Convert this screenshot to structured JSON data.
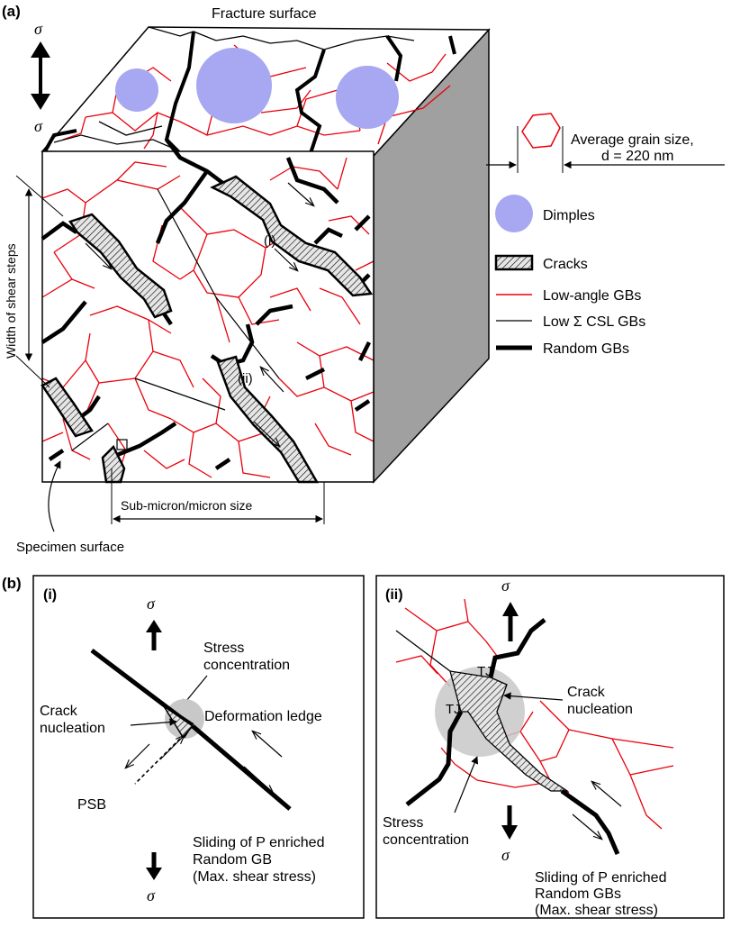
{
  "panel_a": {
    "label": "(a)",
    "fracture_surface": "Fracture surface",
    "sigma_top": "σ",
    "sigma_bottom": "σ",
    "width_shear_steps": "Width of shear steps",
    "sub_micron": "Sub-micron/micron size",
    "specimen_surface": "Specimen surface",
    "label_i": "(i)",
    "label_ii": "(ii)",
    "grain_size_line1": "Average grain size,",
    "grain_size_line2": "d = 220 nm",
    "legend": [
      {
        "icon": "dimple-icon",
        "label": "Dimples"
      },
      {
        "icon": "crack-icon",
        "label": "Cracks"
      },
      {
        "icon": "low-angle-gb-icon",
        "label": "Low-angle GBs"
      },
      {
        "icon": "csl-gb-icon",
        "label": "Low Σ CSL GBs"
      },
      {
        "icon": "random-gb-icon",
        "label": "Random GBs"
      }
    ],
    "colors": {
      "dimple": "#a7a7f2",
      "low_angle": "#e8000b",
      "side_face": "#a0a0a0"
    }
  },
  "panel_b": {
    "label": "(b)",
    "i": {
      "label": "(i)",
      "sigma_top": "σ",
      "sigma_bottom": "σ",
      "stress_concentration_1": "Stress",
      "stress_concentration_2": "concentration",
      "crack_nucleation_1": "Crack",
      "crack_nucleation_2": "nucleation",
      "deformation_ledge": "Deformation ledge",
      "psb": "PSB",
      "sliding_1": "Sliding of P enriched",
      "sliding_2": "Random GB",
      "sliding_3": "(Max. shear stress)"
    },
    "ii": {
      "label": "(ii)",
      "sigma_top": "σ",
      "sigma_bottom": "σ",
      "tj_1": "TJ",
      "tj_2": "TJ",
      "crack_nucleation_1": "Crack",
      "crack_nucleation_2": "nucleation",
      "stress_concentration_1": "Stress",
      "stress_concentration_2": "concentration",
      "sliding_1": "Sliding of P enriched",
      "sliding_2": "Random GBs",
      "sliding_3": "(Max. shear stress)"
    }
  }
}
